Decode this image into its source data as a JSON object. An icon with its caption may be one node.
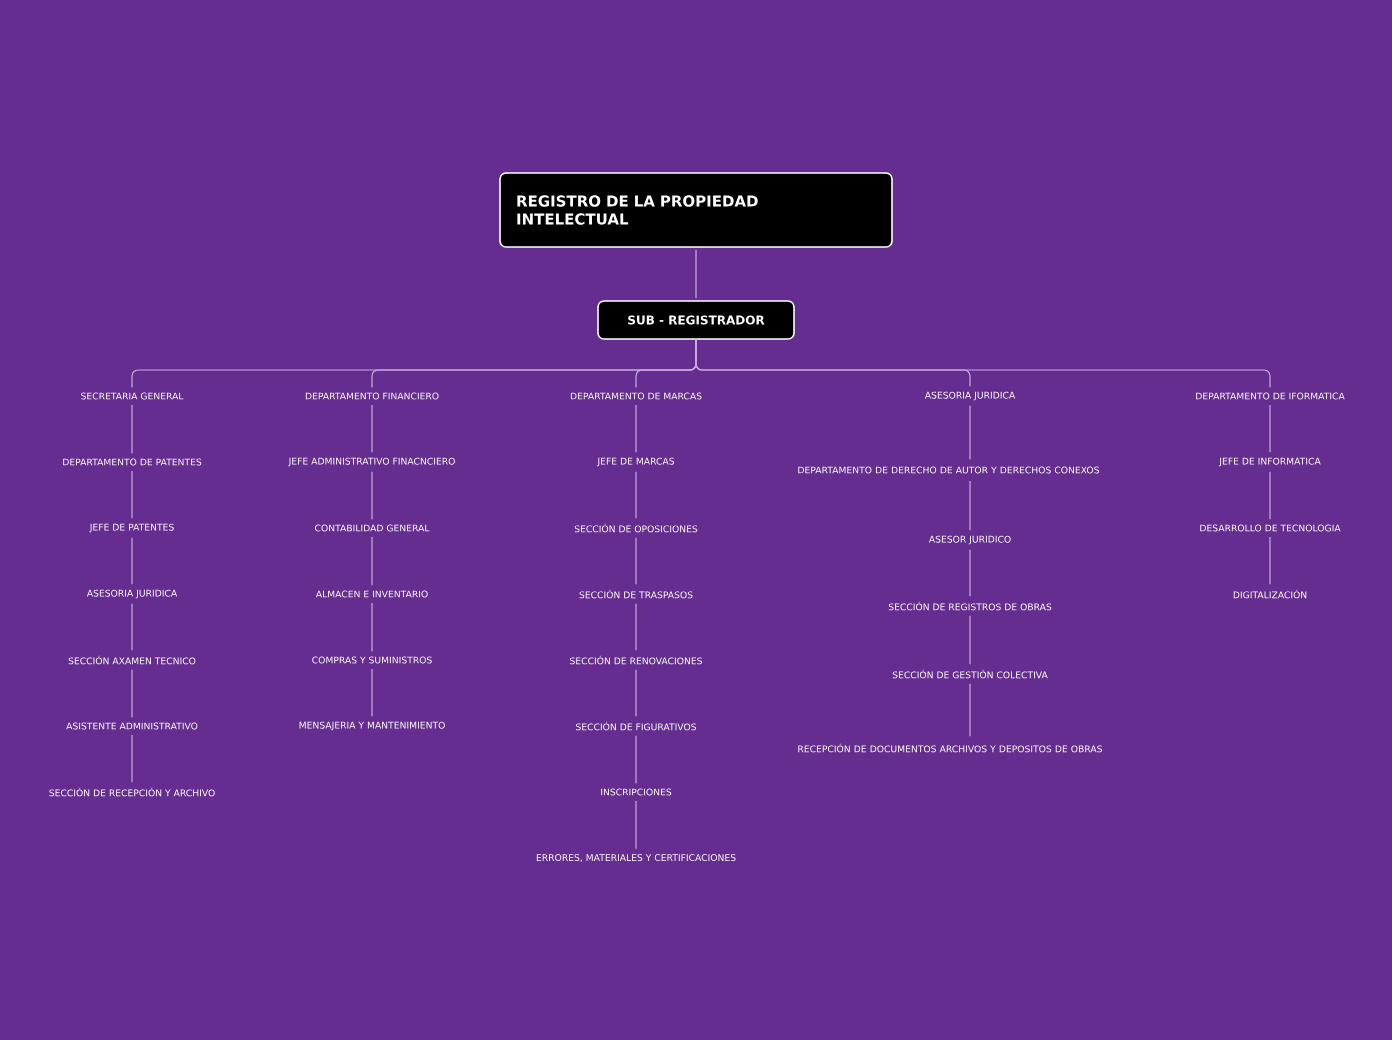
{
  "diagram": {
    "nodes": [
      {
        "text": [
          "REGISTRO DE LA PROPIEDAD INTELECTUAL"
        ]
      },
      {
        "text": [
          "SUB - REGISTRADOR"
        ]
      },
      {
        "text": [
          "SECRETARIA GENERAL"
        ]
      },
      {
        "text": [
          "DEPARTAMENTO DE PATENTES"
        ]
      },
      {
        "text": [
          "JEFE DE PATENTES"
        ]
      },
      {
        "text": [
          "ASESORIA JURIDICA"
        ]
      },
      {
        "text": [
          "SECCIÓN AXAMEN TECNICO"
        ]
      },
      {
        "text": [
          "ASISTENTE ADMINISTRATIVO"
        ]
      },
      {
        "text": [
          "SECCIÓN DE RECEPCIÓN Y ARCHIVO"
        ]
      },
      {
        "text": [
          "DEPARTAMENTO FINANCIERO"
        ]
      },
      {
        "text": [
          "JEFE ADMINISTRATIVO FINACNCIERO"
        ]
      },
      {
        "text": [
          "CONTABILIDAD GENERAL"
        ]
      },
      {
        "text": [
          "ALMACEN E INVENTARIO"
        ]
      },
      {
        "text": [
          "COMPRAS Y SUMINISTROS"
        ]
      },
      {
        "text": [
          "MENSAJERIA Y MANTENIMIENTO"
        ]
      },
      {
        "text": [
          "DEPARTAMENTO DE MARCAS"
        ]
      },
      {
        "text": [
          "JEFE DE MARCAS"
        ]
      },
      {
        "text": [
          "SECCIÓN DE OPOSICIONES"
        ]
      },
      {
        "text": [
          "SECCIÓN DE TRASPASOS"
        ]
      },
      {
        "text": [
          "SECCIÓN DE RENOVACIONES"
        ]
      },
      {
        "text": [
          "SECCIÓN DE FIGURATIVOS"
        ]
      },
      {
        "text": [
          "INSCRIPCIONES"
        ]
      },
      {
        "text": [
          "ERRORES, MATERIALES Y CERTIFICACIONES"
        ]
      },
      {
        "text": [
          "ASESORIA JURIDICA"
        ]
      },
      {
        "text": [
          "DEPARTAMENTO DE DERECHO DE AUTOR Y DERECHOS CONEXOS"
        ]
      },
      {
        "text": [
          "ASESOR JURIDICO"
        ]
      },
      {
        "text": [
          "SECCIÓN DE REGISTROS DE OBRAS"
        ]
      },
      {
        "text": [
          "SECCIÓN DE GESTIÓN COLECTIVA"
        ]
      },
      {
        "text": [
          "RECEPCIÓN DE DOCUMENTOS ARCHIVOS Y DEPOSITOS DE OBRAS"
        ]
      },
      {
        "text": [
          "DEPARTAMENTO DE IFORMATICA"
        ]
      },
      {
        "text": [
          "JEFE DE INFORMATICA"
        ]
      },
      {
        "text": [
          "DESARROLLO DE TECNOLOGIA"
        ]
      },
      {
        "text": [
          "DIGITALIZACIÓN"
        ]
      }
    ],
    "edges": [
      {
        "from": 0,
        "to": 1,
        "arrow": "none"
      },
      {
        "from": 1,
        "to": 2,
        "arrow": "none"
      },
      {
        "from": 1,
        "to": 9,
        "arrow": "none"
      },
      {
        "from": 1,
        "to": 15,
        "arrow": "none"
      },
      {
        "from": 1,
        "to": 23,
        "arrow": "none"
      },
      {
        "from": 1,
        "to": 29,
        "arrow": "none"
      },
      {
        "from": 2,
        "to": 3,
        "arrow": "none"
      },
      {
        "from": 3,
        "to": 4,
        "arrow": "none"
      },
      {
        "from": 4,
        "to": 5,
        "arrow": "none"
      },
      {
        "from": 5,
        "to": 6,
        "arrow": "none"
      },
      {
        "from": 6,
        "to": 7,
        "arrow": "none"
      },
      {
        "from": 7,
        "to": 8,
        "arrow": "none"
      },
      {
        "from": 9,
        "to": 10,
        "arrow": "none"
      },
      {
        "from": 10,
        "to": 11,
        "arrow": "none"
      },
      {
        "from": 11,
        "to": 12,
        "arrow": "none"
      },
      {
        "from": 12,
        "to": 13,
        "arrow": "none"
      },
      {
        "from": 13,
        "to": 14,
        "arrow": "none"
      },
      {
        "from": 15,
        "to": 16,
        "arrow": "none"
      },
      {
        "from": 16,
        "to": 17,
        "arrow": "none"
      },
      {
        "from": 17,
        "to": 18,
        "arrow": "none"
      },
      {
        "from": 18,
        "to": 19,
        "arrow": "none"
      },
      {
        "from": 19,
        "to": 20,
        "arrow": "none"
      },
      {
        "from": 20,
        "to": 21,
        "arrow": "none"
      },
      {
        "from": 21,
        "to": 22,
        "arrow": "none"
      },
      {
        "from": 23,
        "to": 24,
        "arrow": "none"
      },
      {
        "from": 24,
        "to": 25,
        "arrow": "none"
      },
      {
        "from": 25,
        "to": 26,
        "arrow": "none"
      },
      {
        "from": 26,
        "to": 27,
        "arrow": "none"
      },
      {
        "from": 27,
        "to": 28,
        "arrow": "none"
      },
      {
        "from": 29,
        "to": 30,
        "arrow": "none"
      },
      {
        "from": 30,
        "to": 31,
        "arrow": "none"
      },
      {
        "from": 31,
        "to": 32,
        "arrow": "none"
      }
    ]
  }
}
